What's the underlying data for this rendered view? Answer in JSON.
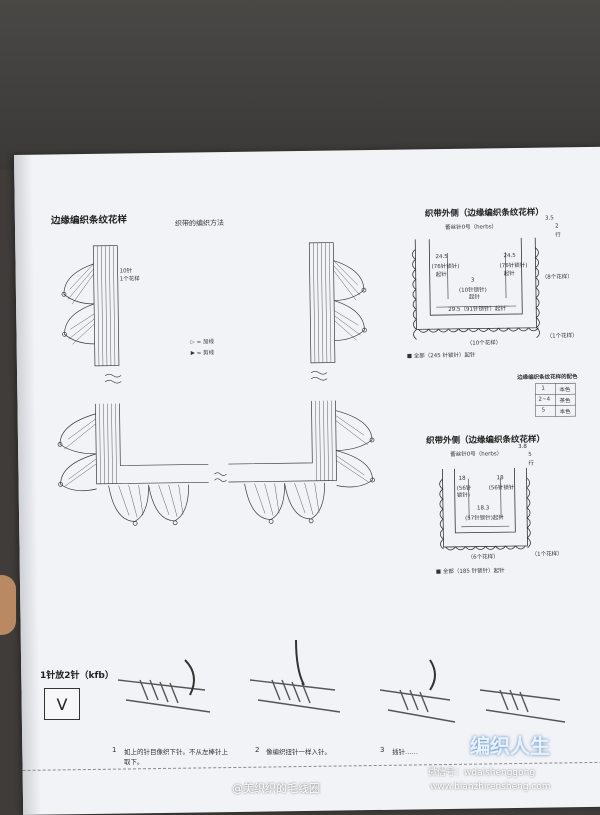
{
  "left_title": "边缘编织条纹花样",
  "center_title": "织带的编织方法",
  "left_annot": {
    "stitches": "10针",
    "repeat": "1个花样"
  },
  "legend": {
    "join": "▷ = 加线",
    "cut": "▶ = 剪线"
  },
  "diagram1": {
    "title": "织带外侧（边缘编织条纹花样）",
    "needle": "蕾丝针0号（herbs）",
    "top_right_a": "3.5",
    "top_right_b": "2",
    "top_right_c": "行",
    "left_meas": "24.5",
    "left_stitches": "(76针锁针)",
    "left_start": "起针",
    "right_meas": "24.5",
    "right_stitches": "(76针锁针)",
    "right_start": "起针",
    "center_a": "3",
    "center_a_sub": "(10针锁针)",
    "center_a_start": "起针",
    "center_b": "29.5（91针锁针）起针",
    "right_side_note": "（8个花样）",
    "bottom_repeat": "（10个花样）",
    "corner_repeat": "（1个花样）",
    "total": "■ 全部（245 针锁针）起针"
  },
  "color_table": {
    "title": "边缘编织条纹花样的配色",
    "rows": [
      [
        "1",
        "本色"
      ],
      [
        "2~4",
        "茶色"
      ],
      [
        "5",
        "本色"
      ]
    ]
  },
  "diagram2": {
    "title": "织带外侧（边缘编织条纹花样）",
    "needle": "蕾丝针0号（herbs）",
    "top_right_a": "3.8",
    "top_right_b": "5",
    "top_right_c": "行",
    "left_meas": "18",
    "left_stitches": "(56针",
    "left_extra": "锁针)",
    "right_meas": "18",
    "right_stitches": "(56针锁针",
    "center": "18.3",
    "center_sub": "(57针锁针)起针",
    "bottom_repeat": "（6个花样）",
    "corner_repeat": "（1个花样）",
    "total": "■ 全部（185 针锁针）起针"
  },
  "kfb": {
    "title": "1针放2针（kfb）",
    "symbol": "V",
    "steps": [
      {
        "num": "1",
        "text": "如上的针目像织下针。不从左棒针上取下。"
      },
      {
        "num": "2",
        "text": "像编织扭针一样入针。"
      },
      {
        "num": "3",
        "text": "插针……"
      }
    ]
  },
  "watermarks": {
    "weibo": "@美织织的毛线圈",
    "wechat": "微信号：wdaishenggong",
    "brand": "编织人生",
    "url": "www.bianzhirensheng.com"
  },
  "colors": {
    "page": "#f2f3f6",
    "ink": "#333333",
    "accent_blue": "#2b6fa8"
  }
}
